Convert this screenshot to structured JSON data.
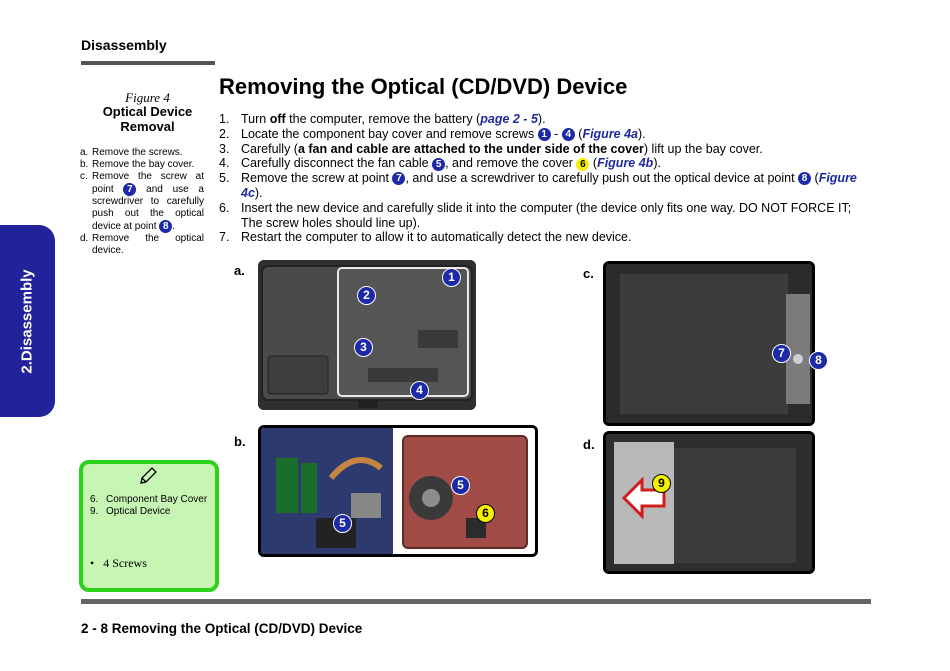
{
  "header": {
    "section": "Disassembly"
  },
  "side_tab": {
    "label": "2.Disassembly"
  },
  "figure": {
    "label": "Figure 4",
    "title_line1": "Optical Device",
    "title_line2": "Removal",
    "steps": [
      {
        "key": "a.",
        "text": "Remove the screws."
      },
      {
        "key": "b.",
        "text": "Remove the bay cover."
      },
      {
        "key": "c.",
        "pre": "Remove the screw at point",
        "badge1": "7",
        "mid": "and use a screwdriver to carefully push out the optical device at point",
        "badge2": "8",
        "post": "."
      },
      {
        "key": "d.",
        "text": "Remove the optical device."
      }
    ]
  },
  "page_title": "Removing the Optical (CD/DVD) Device",
  "steps": {
    "s1": {
      "num": "1.",
      "a": "Turn ",
      "b": "off",
      "c": " the computer, remove the battery (",
      "link": "page 2 - 5",
      "d": ")."
    },
    "s2": {
      "num": "2.",
      "a": "Locate the component bay cover and remove screws ",
      "b1": "1",
      "dash": " - ",
      "b2": "4",
      "c": " (",
      "link": "Figure 4a",
      "d": ")."
    },
    "s3": {
      "num": "3.",
      "a": "Carefully (",
      "bold": "a fan and cable are attached to the under side of the cover",
      "c": ") lift up the bay cover."
    },
    "s4": {
      "num": "4.",
      "a": "Carefully disconnect the fan cable ",
      "b1": "5",
      "c": ", and remove the cover ",
      "b2": "6",
      "d": " (",
      "link": "Figure 4b",
      "e": ")."
    },
    "s5": {
      "num": "5.",
      "a": "Remove the screw at point ",
      "b1": "7",
      "c": ", and use a screwdriver to carefully push out the optical device at point ",
      "b2": "8",
      "d": " (",
      "link": "Figure 4c",
      "e": ")."
    },
    "s6": {
      "num": "6.",
      "text": "Insert the new device and carefully slide it into the computer (the device only fits one way. DO NOT FORCE IT; The screw holes should line up)."
    },
    "s7": {
      "num": "7.",
      "text": "Restart the computer to allow it to automatically detect the new device."
    }
  },
  "photos": {
    "a": {
      "label": "a.",
      "badges": [
        "1",
        "2",
        "3",
        "4"
      ]
    },
    "b": {
      "label": "b.",
      "badges": [
        "5",
        "5",
        "6"
      ]
    },
    "c": {
      "label": "c.",
      "badges": [
        "7",
        "8"
      ]
    },
    "d": {
      "label": "d.",
      "badges": [
        "9"
      ]
    }
  },
  "note": {
    "icon": "pencil-icon",
    "items": [
      {
        "num": "6.",
        "text": "Component Bay Cover"
      },
      {
        "num": "9.",
        "text": "Optical Device"
      }
    ],
    "bullet": "4 Screws"
  },
  "footer": {
    "text": "2 - 8  Removing the Optical (CD/DVD) Device"
  },
  "colors": {
    "badge_blue": "#1c2aa8",
    "badge_yellow": "#f5f000",
    "link": "#1f2a9a",
    "tab": "#22229a",
    "note_border": "#2cd21a",
    "note_fill": "#c7f5b4"
  }
}
